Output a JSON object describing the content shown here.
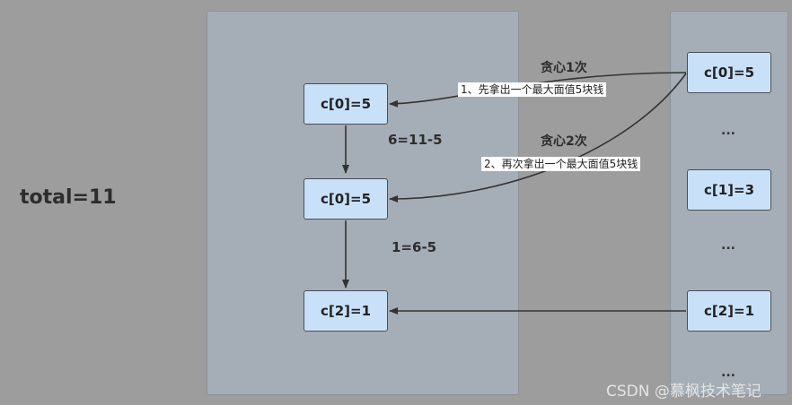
{
  "total_label": "total=11",
  "left_boxes": [
    "c[0]=5",
    "c[0]=5",
    "c[2]=1"
  ],
  "right_boxes": [
    "c[0]=5",
    "c[1]=3",
    "c[2]=1"
  ],
  "ellipsis": "...",
  "step_labels": [
    "6=11-5",
    "1=6-5"
  ],
  "greedy_labels": [
    "贪心1次",
    "贪心2次"
  ],
  "notes": [
    "1、先拿出一个最大面值5块钱",
    "2、再次拿出一个最大面值5块钱"
  ],
  "watermark": "CSDN @慕枫技术笔记"
}
